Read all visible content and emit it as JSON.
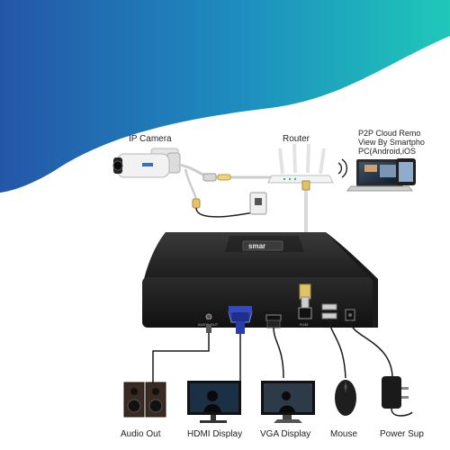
{
  "labels": {
    "ip_camera": "IP Camera",
    "router": "Router",
    "p2p_line1": "P2P Cloud Remo",
    "p2p_line2": "View By Smartpho",
    "p2p_line3": "PC(Android,iOS",
    "brand": "smar",
    "audio_out_port": "AUDIO OUT",
    "rj45_port": "RJ45",
    "audio_out": "Audio Out",
    "hdmi_display": "HDMI Display",
    "vga_display": "VGA Display",
    "mouse": "Mouse",
    "power_supply": "Power Sup"
  },
  "colors": {
    "banner_left": "#2456a8",
    "banner_right": "#1fc8b8",
    "nvr_body": "#2a2a2a",
    "cable": "#1a1a1a"
  }
}
